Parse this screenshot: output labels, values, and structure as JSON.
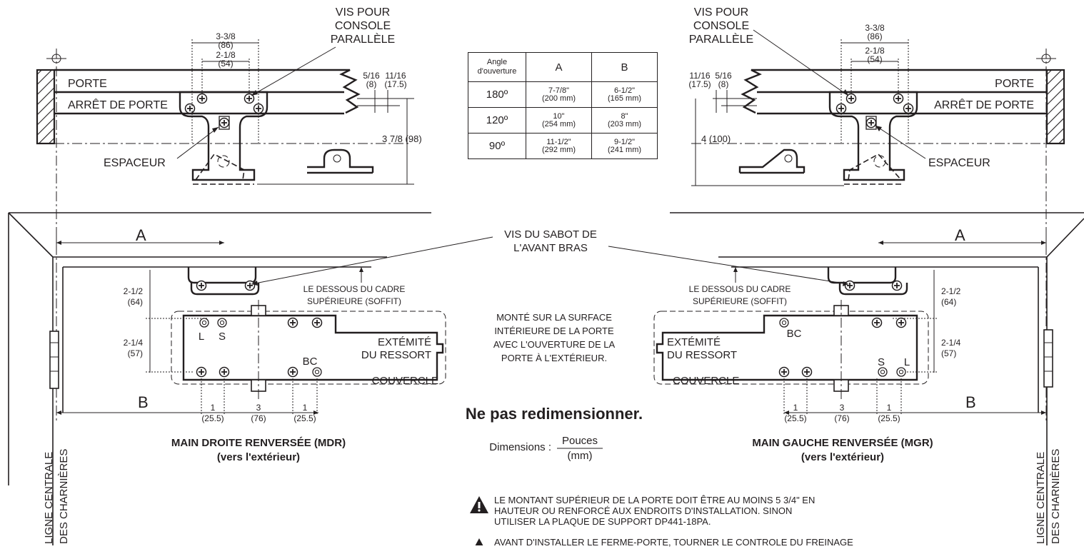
{
  "labels": {
    "vis_console": [
      "VIS POUR",
      "CONSOLE",
      "PARALLÈLE"
    ],
    "porte": "PORTE",
    "arret_porte": "ARRÊT DE PORTE",
    "espaceur": "ESPACEUR",
    "vis_sabot": [
      "VIS DU SABOT DE",
      "L'AVANT BRAS"
    ],
    "dessous_cadre": [
      "LE DESSOUS DU CADRE",
      "SUPÉRIEURE (SOFFIT)"
    ],
    "monte": [
      "MONTÉ SUR LA SURFACE",
      "INTÉRIEURE DE LA PORTE",
      "AVEC L'OUVERTURE DE LA",
      "PORTE À L'EXTÉRIEUR."
    ],
    "extremite": [
      "EXTÉMITÉ",
      "DU RESSORT"
    ],
    "couvercle": "COUVERCLE",
    "letter_a": "A",
    "letter_b": "B",
    "hole_l": "L",
    "hole_s": "S",
    "hole_bc": "BC",
    "ligne_centrale": [
      "LIGNE CENTRALE",
      "DES CHARNIÈRES"
    ],
    "no_resize": "Ne pas redimensionner.",
    "dimensions_label": "Dimensions :",
    "pouces": "Pouces",
    "mm": "(mm)"
  },
  "left_view": {
    "title": [
      "MAIN DROITE RENVERSÉE (MDR)",
      "(vers l'extérieur)"
    ],
    "dim_338": [
      "3-3/8",
      "(86)"
    ],
    "dim_218": [
      "2-1/8",
      "(54)"
    ],
    "dim_516": [
      "5/16",
      "(8)"
    ],
    "dim_1116": [
      "11/16",
      "(17.5)"
    ],
    "dim_378": "3 7/8 (98)",
    "dim_212": [
      "2-1/2",
      "(64)"
    ],
    "dim_214": [
      "2-1/4",
      "(57)"
    ],
    "bottom_dims": [
      [
        "1",
        "(25.5)"
      ],
      [
        "3",
        "(76)"
      ],
      [
        "1",
        "(25.5)"
      ]
    ]
  },
  "right_view": {
    "title": [
      "MAIN GAUCHE RENVERSÉE (MGR)",
      "(vers l'extérieur)"
    ],
    "dim_338": [
      "3-3/8",
      "(86)"
    ],
    "dim_218": [
      "2-1/8",
      "(54)"
    ],
    "dim_1116": [
      "11/16",
      "(17.5)"
    ],
    "dim_516": [
      "5/16",
      "(8)"
    ],
    "dim_4": "4 (100)",
    "dim_212": [
      "2-1/2",
      "(64)"
    ],
    "dim_214": [
      "2-1/4",
      "(57)"
    ],
    "bottom_dims": [
      [
        "1",
        "(25.5)"
      ],
      [
        "3",
        "(76)"
      ],
      [
        "1",
        "(25.5)"
      ]
    ]
  },
  "table": {
    "headers": [
      "Angle d'ouverture",
      "A",
      "B"
    ],
    "rows": [
      {
        "angle": "180º",
        "a": [
          "7-7/8\"",
          "(200 mm)"
        ],
        "b": [
          "6-1/2\"",
          "(165 mm)"
        ]
      },
      {
        "angle": "120º",
        "a": [
          "10\"",
          "(254 mm)"
        ],
        "b": [
          "8\"",
          "(203 mm)"
        ]
      },
      {
        "angle": "90º",
        "a": [
          "11-1/2\"",
          "(292 mm)"
        ],
        "b": [
          "9-1/2\"",
          "(241 mm)"
        ]
      }
    ]
  },
  "warnings": [
    "LE MONTANT SUPÉRIEUR DE LA PORTE DOIT ÊTRE AU MOINS 5 3/4\" EN HAUTEUR OU RENFORCÉ AUX ENDROITS D'INSTALLATION. SINON UTILISER LA PLAQUE DE SUPPORT DP441-18PA.",
    "AVANT D'INSTALLER LE FERME-PORTE, TOURNER LE CONTROLE DU FREINAGE"
  ],
  "icons": {
    "warning": "warning-triangle-icon",
    "screw": "screw-icon",
    "hole": "hole-icon"
  }
}
